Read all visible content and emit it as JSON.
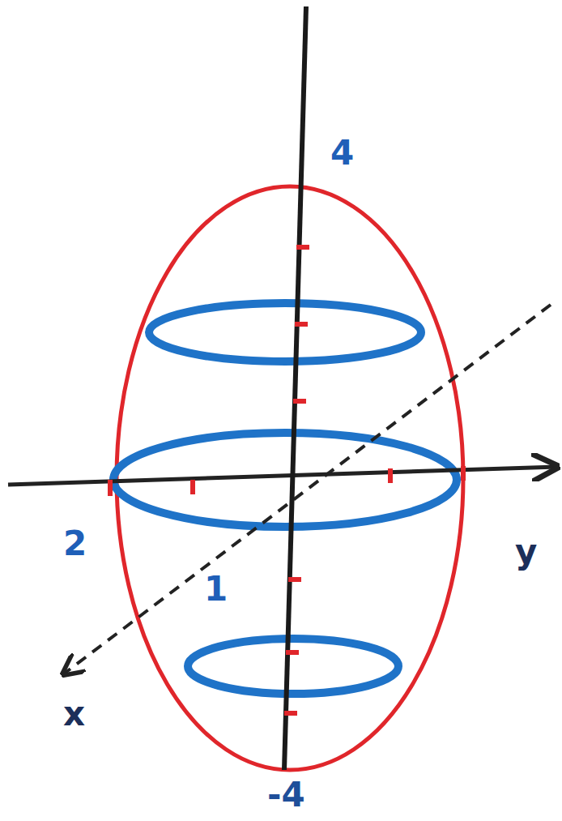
{
  "diagram": {
    "labels": [
      "4",
      "2",
      "1",
      "y",
      "x",
      "-4"
    ]
  }
}
